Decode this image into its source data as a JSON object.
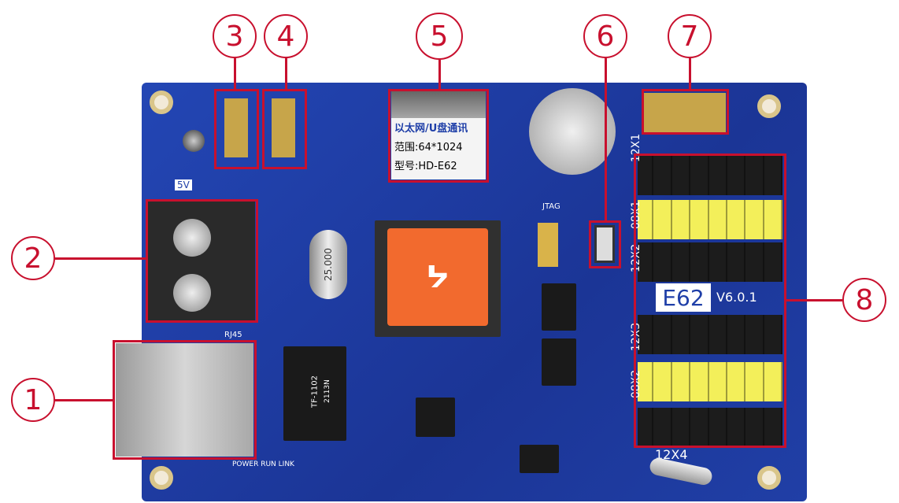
{
  "callouts": [
    "1",
    "2",
    "3",
    "4",
    "5",
    "6",
    "7",
    "8"
  ],
  "sticker": {
    "line1": "以太网/U盘通讯",
    "line2": "范围:64*1024",
    "line3": "型号:HD-E62"
  },
  "board_labels": {
    "model": "E62",
    "version": "V6.0.1",
    "crystal": "25.000",
    "transformer": "TF-1102",
    "transformer_code": "2113N",
    "port_12x1": "12X1",
    "port_08x1": "08X1",
    "port_12x2": "12X2",
    "port_12x3": "12X3",
    "port_08x2": "08X2",
    "port_12x4": "12X4",
    "jtag": "JTAG",
    "voltage": "5V",
    "rj45": "RJ45",
    "power_leds": "POWER RUN LINK"
  },
  "colors": {
    "accent": "#c8102e",
    "board": "#1f3fa8",
    "header_yellow": "#f3ef5a",
    "cpu_orange": "#f26a2e"
  }
}
